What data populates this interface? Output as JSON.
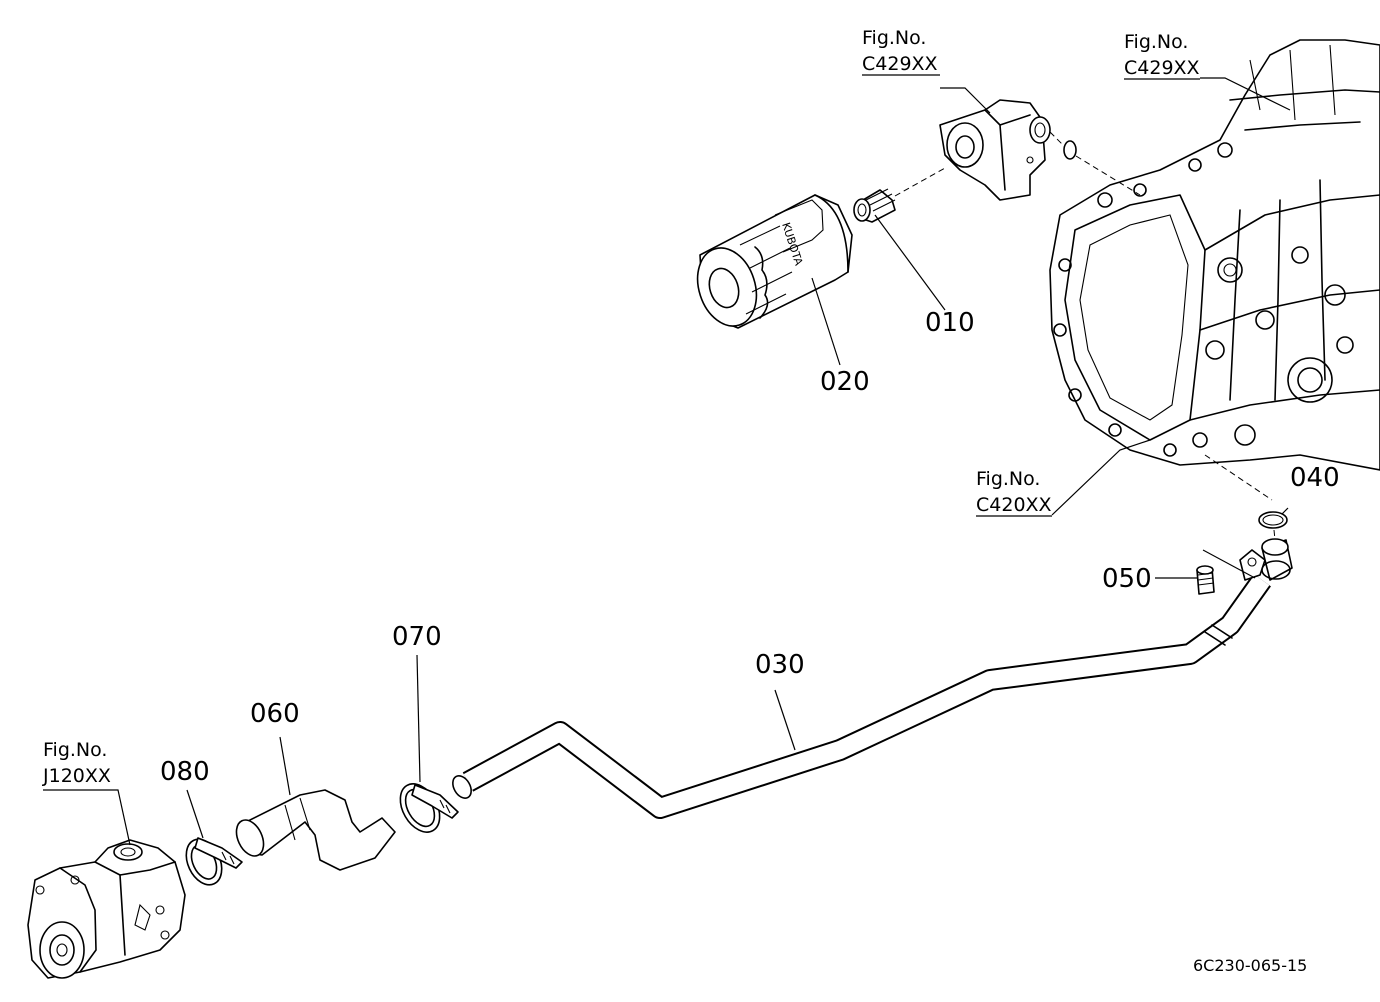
{
  "fig_refs": [
    {
      "id": "fig-ref-filter-base",
      "line1": "Fig.No.",
      "line2": "C429XX"
    },
    {
      "id": "fig-ref-transmission-top",
      "line1": "Fig.No.",
      "line2": "C429XX"
    },
    {
      "id": "fig-ref-transmission-case",
      "line1": "Fig.No.",
      "line2": "C420XX"
    },
    {
      "id": "fig-ref-pump",
      "line1": "Fig.No.",
      "line2": "J120XX"
    }
  ],
  "parts": {
    "p010": "010",
    "p020": "020",
    "p030": "030",
    "p040": "040",
    "p050": "050",
    "p060": "060",
    "p070": "070",
    "p080": "080"
  },
  "drawing_code": "6C230-065-15"
}
